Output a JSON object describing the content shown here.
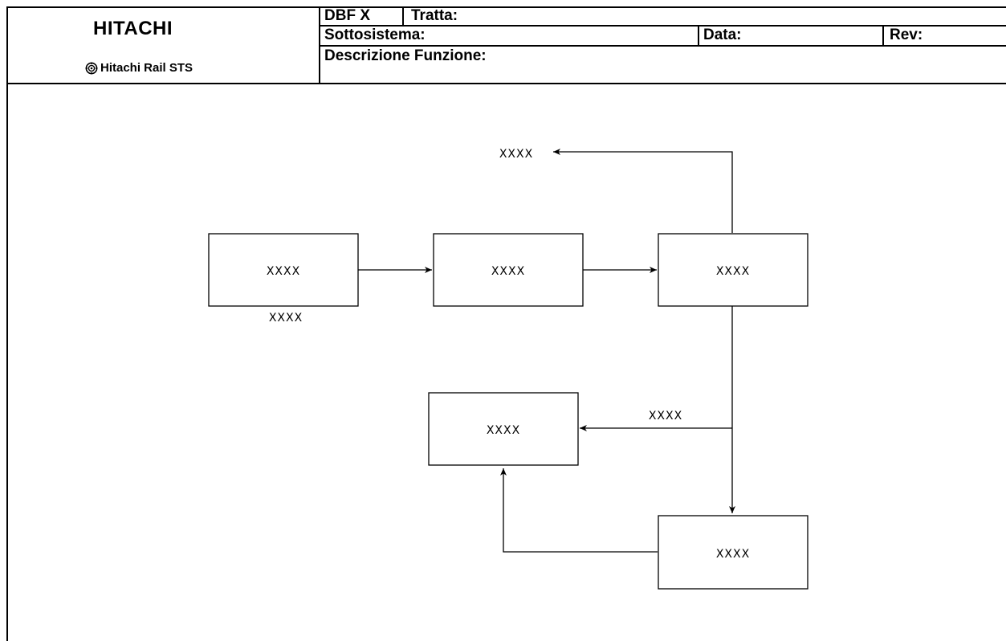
{
  "header": {
    "logo": {
      "brand": "HITACHI",
      "subtitle": "Hitachi Rail STS"
    },
    "dbf_label": "DBF X",
    "tratta_label": "Tratta:",
    "sottosistema_label": "Sottosistema:",
    "data_label": "Data:",
    "rev_label": "Rev:",
    "descrizione_label": "Descrizione Funzione:"
  },
  "diagram": {
    "nodes": [
      {
        "id": "box-1",
        "label": "XXXX"
      },
      {
        "id": "box-2",
        "label": "XXXX"
      },
      {
        "id": "box-3",
        "label": "XXXX"
      },
      {
        "id": "box-4",
        "label": "XXXX"
      },
      {
        "id": "box-5",
        "label": "XXXX"
      }
    ],
    "edge_labels": {
      "top_output": "XXXX",
      "under_box_1": "XXXX",
      "to_box_4": "XXXX"
    }
  }
}
